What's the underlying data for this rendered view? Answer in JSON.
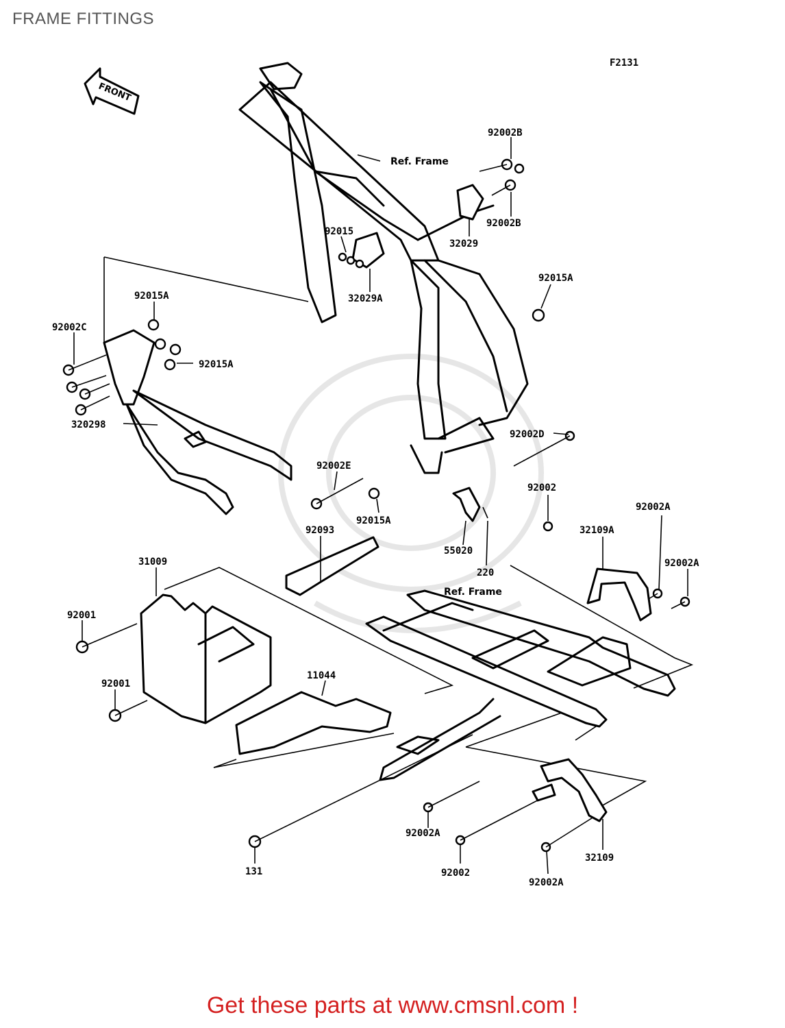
{
  "header": {
    "title": "FRAME FITTINGS",
    "figure_code": "F2131"
  },
  "front_arrow": {
    "label": "FRONT"
  },
  "refs": {
    "frame_top": "Ref. Frame",
    "frame_bottom": "Ref. Frame"
  },
  "labels": {
    "p92002B_a": "92002B",
    "p92002B_b": "92002B",
    "p92015": "92015",
    "p32029": "32029",
    "p32029A": "32029A",
    "p92015A_right": "92015A",
    "p92015A_left": "92015A",
    "p92002C": "92002C",
    "p92015A_mid": "92015A",
    "p32029B": "320298",
    "p92002D": "92002D",
    "p92002E": "92002E",
    "p92015A_low": "92015A",
    "p92002_a": "92002",
    "p92002A_a": "92002A",
    "p32109A": "32109A",
    "p92093": "92093",
    "p55020": "55020",
    "p220": "220",
    "p92002A_b": "92002A",
    "p31009": "31009",
    "p92001_a": "92001",
    "p92001_b": "92001",
    "p11044": "11044",
    "p92002A_c": "92002A",
    "p92002_b": "92002",
    "p131": "131",
    "p32109": "32109",
    "p92002A_d": "92002A"
  },
  "footer": {
    "text": "Get these parts at www.cmsnl.com !"
  }
}
